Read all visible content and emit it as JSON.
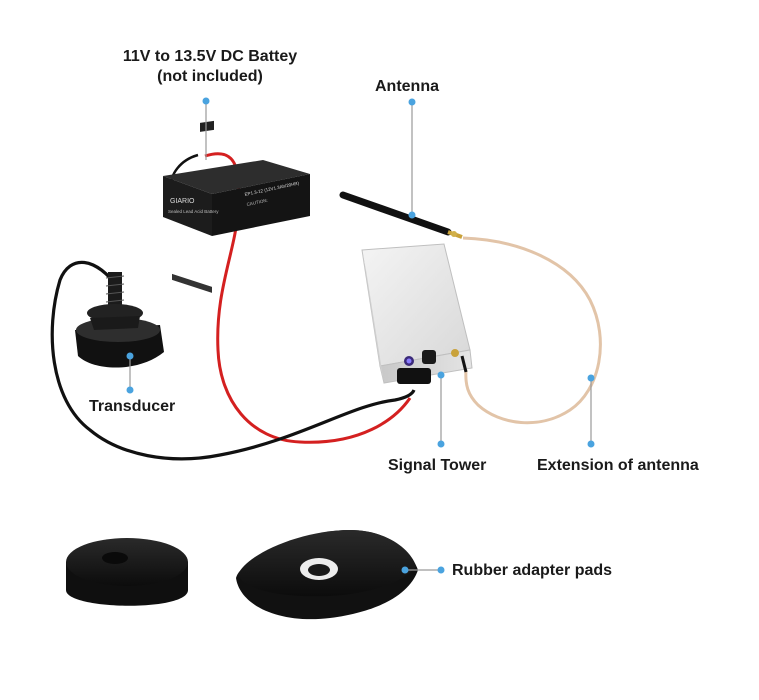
{
  "labels": {
    "battery_line1": "11V to 13.5V DC Battey",
    "battery_line2": "(not included)",
    "antenna": "Antenna",
    "transducer": "Transducer",
    "signal_tower": "Signal Tower",
    "extension": "Extension of antenna",
    "pads": "Rubber adapter pads"
  },
  "battery_print": {
    "brand": "GIARIO",
    "model": "EP1.3-12 (12V1.3Ah/20HR)",
    "subtitle": "Sealed Lead Acid Battery",
    "caution": "CAUTION:"
  },
  "colors": {
    "marker": "#4aa3df",
    "leader": "#9a9a9a",
    "red_wire": "#d42020",
    "black_wire": "#111111",
    "antenna_cable": "#e2c4a8",
    "enclosure": "#e6e6e6",
    "rubber": "#141414"
  }
}
